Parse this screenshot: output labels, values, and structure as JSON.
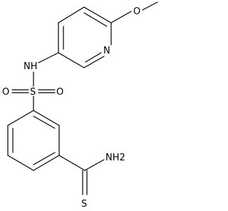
{
  "atoms": {
    "methoxy_o": "O",
    "pyridine_n": "N",
    "amine_nh": "NH",
    "sulfur": "S",
    "sulfonyl_o_left": "O",
    "sulfonyl_o_right": "O",
    "amide_nh2": "NH2",
    "thione_s": "S"
  }
}
